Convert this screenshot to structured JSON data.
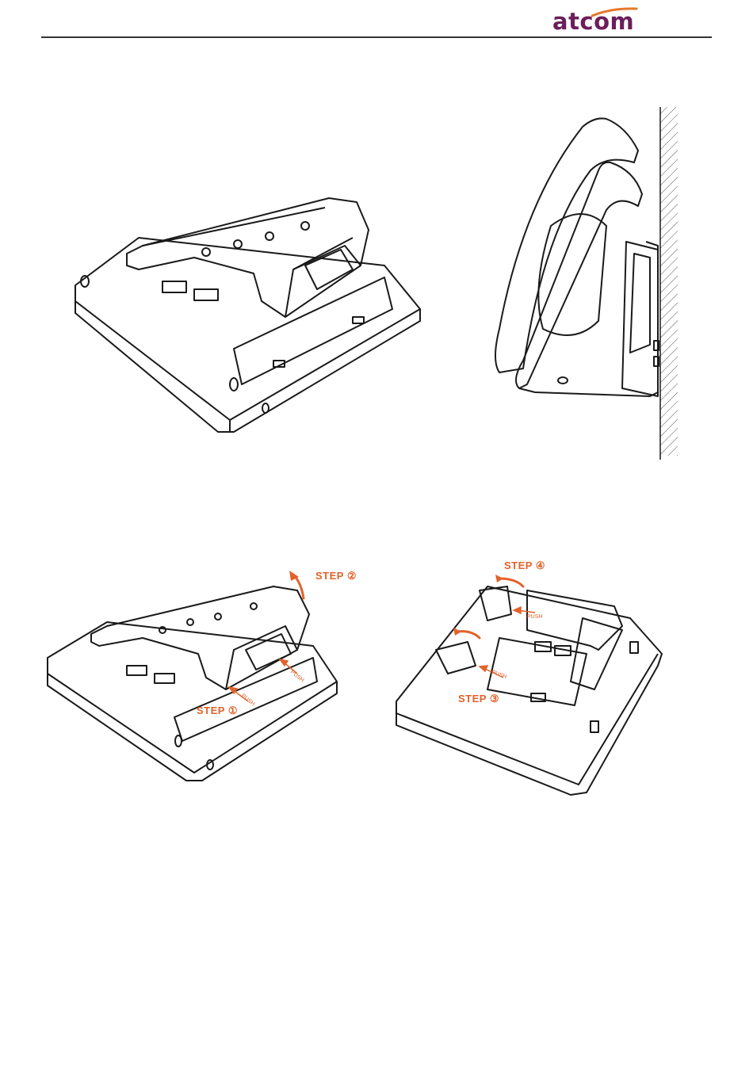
{
  "header": {
    "logo_text": "atcom",
    "colors": {
      "logo": "#6b1f5a",
      "accent": "#e8782a"
    }
  },
  "annotations": {
    "step1": "STEP ①",
    "step2": "STEP ②",
    "step3": "STEP ③",
    "step4": "STEP ④",
    "push": "PUSH"
  },
  "colors": {
    "line": "#1a1a1a",
    "step": "#e2622a",
    "hatch": "#555555"
  }
}
